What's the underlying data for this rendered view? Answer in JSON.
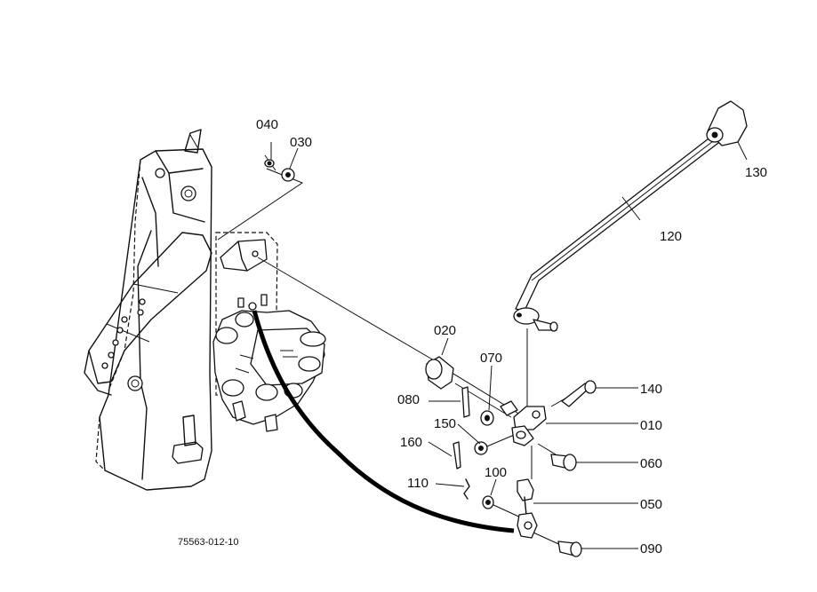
{
  "diagram_code": "75563-012-10",
  "callouts": [
    {
      "id": "040",
      "label": "040"
    },
    {
      "id": "030",
      "label": "030"
    },
    {
      "id": "130",
      "label": "130"
    },
    {
      "id": "120",
      "label": "120"
    },
    {
      "id": "020",
      "label": "020"
    },
    {
      "id": "070",
      "label": "070"
    },
    {
      "id": "140",
      "label": "140"
    },
    {
      "id": "080",
      "label": "080"
    },
    {
      "id": "010",
      "label": "010"
    },
    {
      "id": "150",
      "label": "150"
    },
    {
      "id": "160",
      "label": "160"
    },
    {
      "id": "060",
      "label": "060"
    },
    {
      "id": "110",
      "label": "110"
    },
    {
      "id": "100",
      "label": "100"
    },
    {
      "id": "050",
      "label": "050"
    },
    {
      "id": "090",
      "label": "090"
    }
  ]
}
